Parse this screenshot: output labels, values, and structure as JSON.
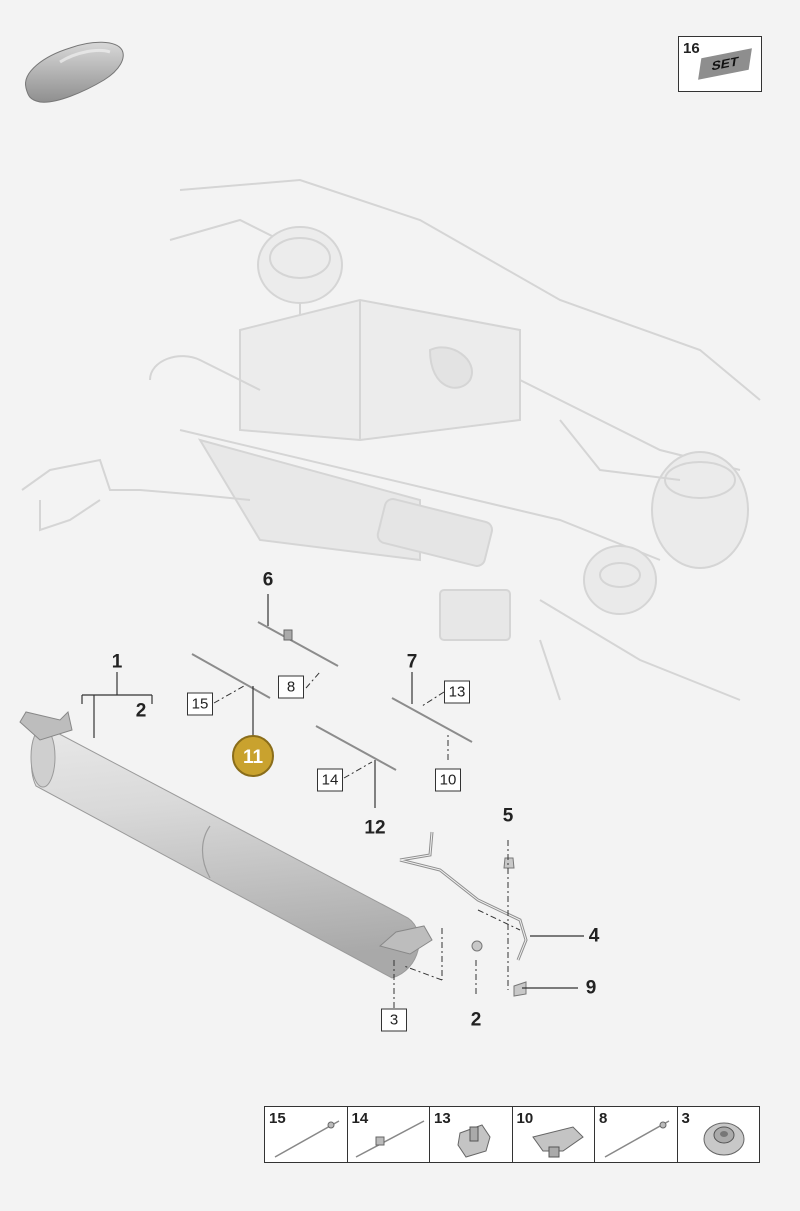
{
  "set_box": {
    "number": "16",
    "tag": "SET"
  },
  "callouts": {
    "c1": "1",
    "c2a": "2",
    "c2b": "2",
    "c4": "4",
    "c5": "5",
    "c6": "6",
    "c7": "7",
    "c9": "9",
    "c12": "12"
  },
  "boxed_refs": {
    "b3": "3",
    "b8": "8",
    "b10": "10",
    "b13": "13",
    "b14": "14",
    "b15": "15"
  },
  "highlighted": {
    "number": "11",
    "color": "#c9a22e"
  },
  "legend": [
    {
      "number": "15",
      "icon": "pipe-clamp-icon"
    },
    {
      "number": "14",
      "icon": "pipe-clip-icon"
    },
    {
      "number": "13",
      "icon": "fastener-clip-icon"
    },
    {
      "number": "10",
      "icon": "retainer-clip-icon"
    },
    {
      "number": "8",
      "icon": "pipe-clamp-icon"
    },
    {
      "number": "3",
      "icon": "flange-nut-icon"
    }
  ]
}
